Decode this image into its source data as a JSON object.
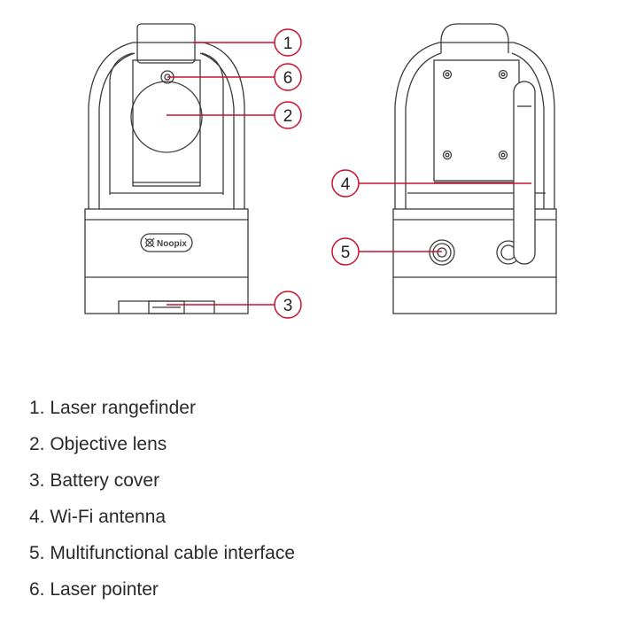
{
  "colors": {
    "outline": "#3a3a3a",
    "callout": "#c8102e",
    "text": "#2a2a2a"
  },
  "brand": {
    "icon": "noopix-logo-icon",
    "label": "Noopix"
  },
  "callouts": [
    {
      "number": "1"
    },
    {
      "number": "2"
    },
    {
      "number": "3"
    },
    {
      "number": "4"
    },
    {
      "number": "5"
    },
    {
      "number": "6"
    }
  ],
  "legend": [
    {
      "text": "1.  Laser rangefinder"
    },
    {
      "text": "2. Objective lens"
    },
    {
      "text": "3. Battery cover"
    },
    {
      "text": "4. Wi-Fi antenna"
    },
    {
      "text": "5. Multifunctional cable interface"
    },
    {
      "text": "6. Laser pointer"
    }
  ]
}
